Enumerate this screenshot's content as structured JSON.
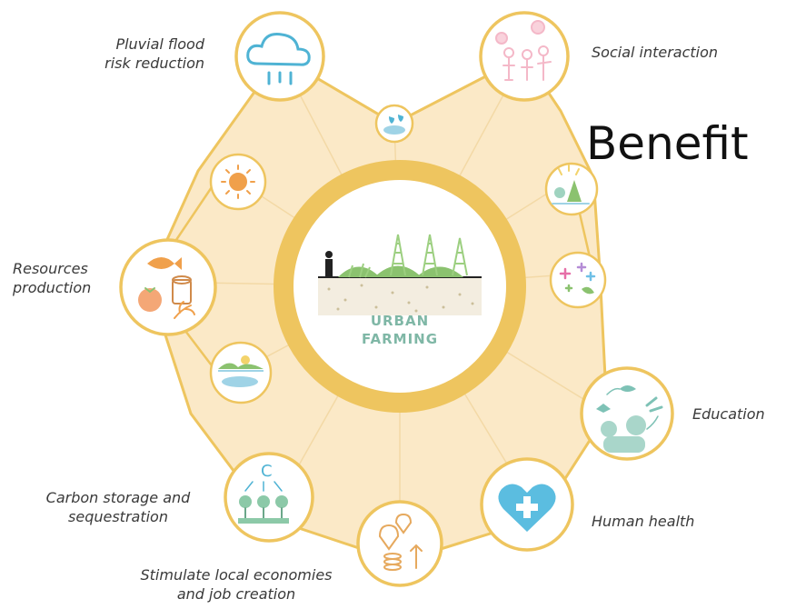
{
  "title": "Benefit",
  "center": {
    "line1": "URBAN",
    "line2": "FARMING"
  },
  "benefits": [
    {
      "id": "pluvial",
      "label": "Pluvial flood\nrisk reduction"
    },
    {
      "id": "social",
      "label": "Social interaction"
    },
    {
      "id": "resources",
      "label": "Resources\nproduction"
    },
    {
      "id": "education",
      "label": "Education"
    },
    {
      "id": "carbon",
      "label": "Carbon storage and\nsequestration"
    },
    {
      "id": "health",
      "label": "Human health"
    },
    {
      "id": "economies",
      "label": "Stimulate local economies\nand job creation"
    }
  ],
  "icons": {
    "pluvial": "rain-cloud-icon",
    "social": "people-group-icon",
    "resources": "fish-tomato-wood-icon",
    "education": "nature-cycle-icon",
    "carbon": "carbon-trees-icon",
    "health": "heart-cross-icon",
    "economies": "map-pins-coins-icon",
    "small": [
      "water-drops-icon",
      "sun-icon",
      "landscape-icon",
      "sunlit-trees-icon",
      "sparkles-bird-icon"
    ]
  },
  "colors": {
    "ring": "#eec55f",
    "fill": "#fbe9c7",
    "accent_blue": "#4fb3d4",
    "accent_orange": "#f0a04b",
    "accent_green": "#8bc26f",
    "accent_pink": "#f4b8c8",
    "center_text": "#7fb7a6"
  }
}
